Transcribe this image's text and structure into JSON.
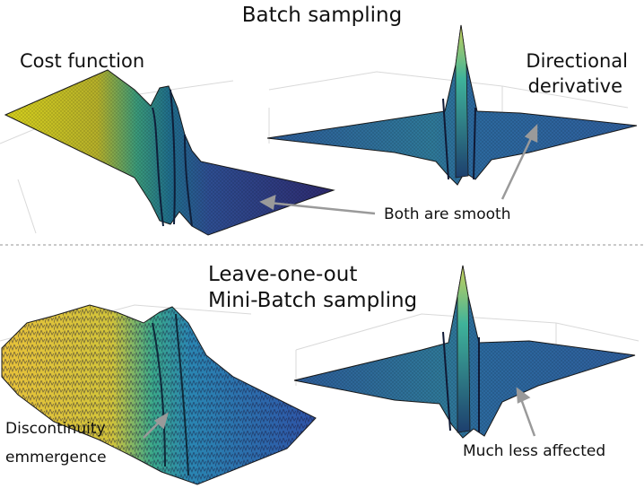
{
  "top_section": {
    "title": "Batch sampling",
    "left_plot_label": "Cost function",
    "right_plot_label_line1": "Directional",
    "right_plot_label_line2": "derivative",
    "annotation": "Both are smooth"
  },
  "bottom_section": {
    "title_line1": "Leave-one-out",
    "title_line2": "Mini-Batch sampling",
    "left_annotation_line1": "Discontinuity",
    "left_annotation_line2": "emmergence",
    "right_annotation": "Much less affected"
  },
  "colors": {
    "surface_yellow": "#d8d21e",
    "surface_teal": "#2aa39a",
    "surface_blue": "#2c5e9e",
    "surface_dark": "#2e2a6e",
    "arrow": "#9a9a9a",
    "divider": "#b8b8b8"
  }
}
